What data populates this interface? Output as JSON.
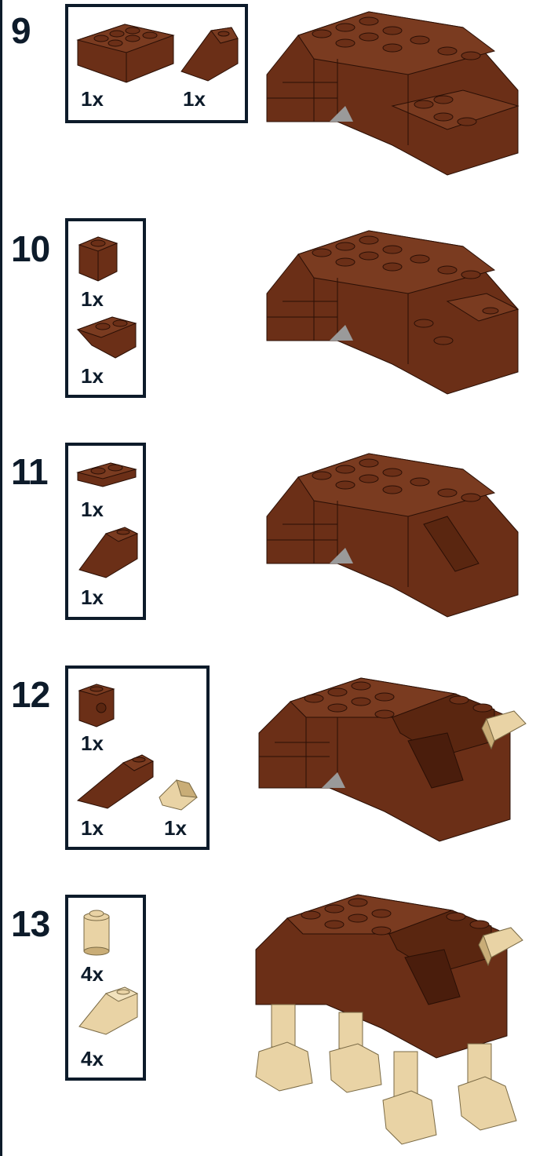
{
  "colors": {
    "brick_brown": "#6b2f17",
    "brick_brown_top": "#7a3b20",
    "brick_brown_dark": "#4a1d0c",
    "tan": "#e9d3a5",
    "tan_dark": "#c9ad77",
    "outline": "#0d1b2a"
  },
  "steps": [
    {
      "number": "9",
      "parts": [
        {
          "qty": "1x",
          "icon": "brick-2x3-icon"
        },
        {
          "qty": "1x",
          "icon": "slope-brick-icon"
        }
      ]
    },
    {
      "number": "10",
      "parts": [
        {
          "qty": "1x",
          "icon": "brick-1x1-icon"
        },
        {
          "qty": "1x",
          "icon": "inverted-slope-icon"
        }
      ]
    },
    {
      "number": "11",
      "parts": [
        {
          "qty": "1x",
          "icon": "plate-1x2-icon"
        },
        {
          "qty": "1x",
          "icon": "slope-brick-icon"
        }
      ]
    },
    {
      "number": "12",
      "parts": [
        {
          "qty": "1x",
          "icon": "brick-with-stud-icon"
        },
        {
          "qty": "1x",
          "icon": "long-slope-icon"
        },
        {
          "qty": "1x",
          "icon": "tan-tile-slope-icon"
        }
      ]
    },
    {
      "number": "13",
      "parts": [
        {
          "qty": "4x",
          "icon": "round-brick-tan-icon"
        },
        {
          "qty": "4x",
          "icon": "tan-slope-icon"
        }
      ]
    }
  ]
}
